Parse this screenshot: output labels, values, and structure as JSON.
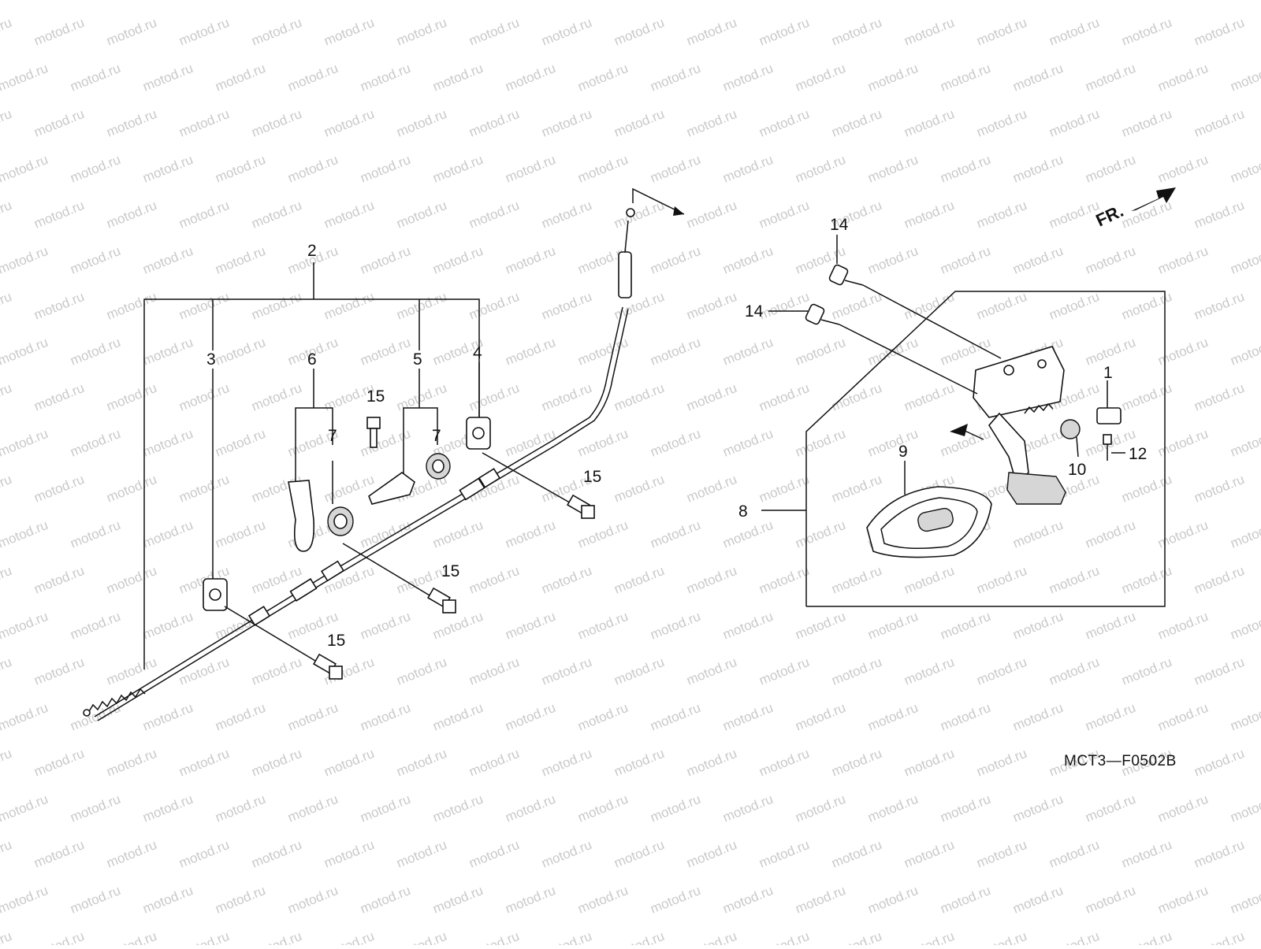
{
  "diagram": {
    "watermark": "motod.ru",
    "drawing_code": "MCT3—F0502B",
    "direction_label": "FR.",
    "direction_icon": "front-direction-arrow-icon",
    "callouts": [
      "1",
      "2",
      "3",
      "4",
      "5",
      "6",
      "7",
      "7",
      "8",
      "9",
      "10",
      "12",
      "14",
      "14",
      "15",
      "15",
      "15",
      "15"
    ]
  }
}
